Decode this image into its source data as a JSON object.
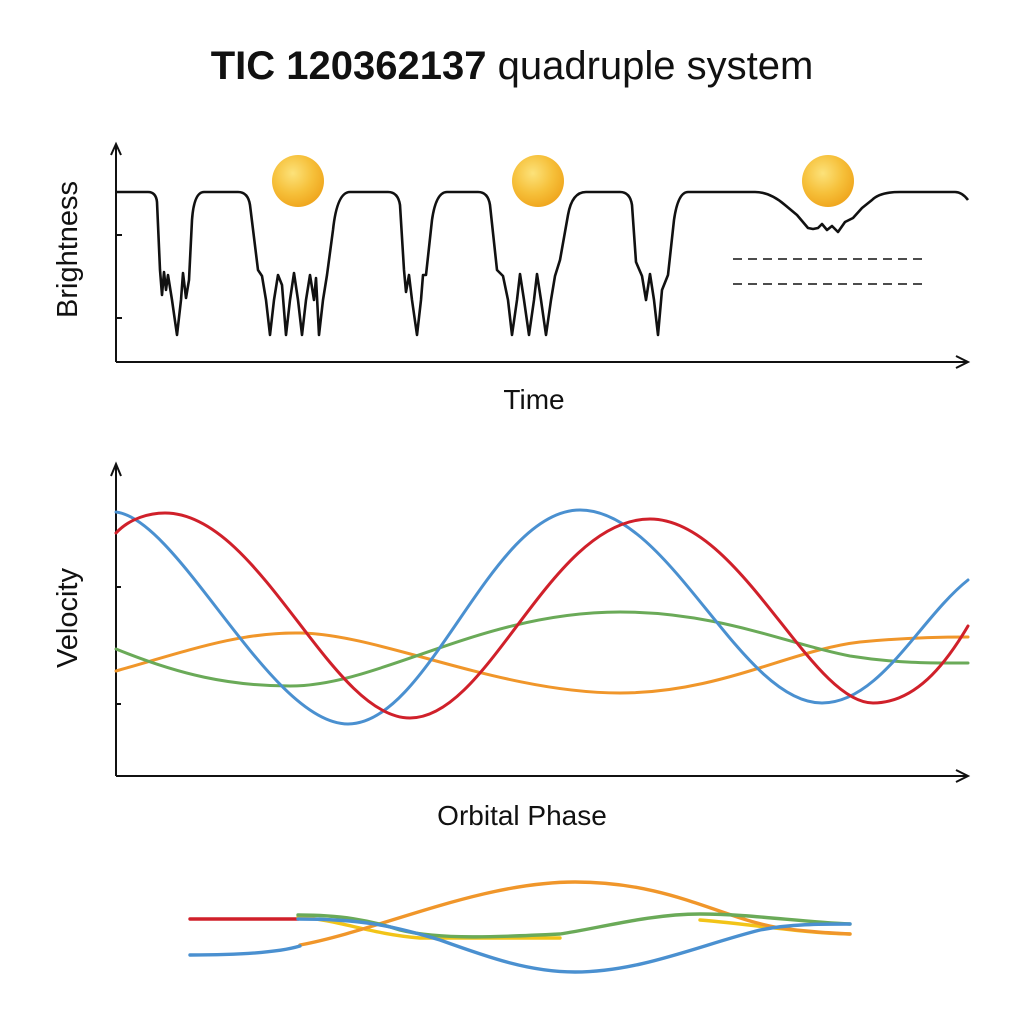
{
  "title": {
    "bold": "TIC 120362137",
    "light": "quadruple system"
  },
  "chart_data": [
    {
      "type": "line",
      "title": "Light curve",
      "xlabel": "Time",
      "ylabel": "Brightness",
      "grid": false,
      "series": [
        {
          "name": "brightness",
          "color": "#111111",
          "description": "Flat baseline with repeating eclipse dips: narrow deep dips at x≈165, 410, 655; wide multi-spike dips at x≈295, 540; shallow broad dip at x≈830"
        }
      ],
      "annotations": [
        "star icons above wide dips at x≈298, 538, 828",
        "two dashed reference lines at lower right"
      ],
      "ticks": {
        "y": 2,
        "x": 0
      }
    },
    {
      "type": "line",
      "title": "Radial velocity curves",
      "xlabel": "Orbital Phase",
      "ylabel": "Velocity",
      "grid": false,
      "series": [
        {
          "name": "blue",
          "color": "#4a90d0",
          "x": [
            0,
            0.27,
            0.55,
            0.83,
            1.0
          ],
          "values": [
            1.0,
            -1.0,
            1.0,
            -1.0,
            0.45
          ]
        },
        {
          "name": "red",
          "color": "#d0202a",
          "x": [
            0,
            0.05,
            0.34,
            0.61,
            0.89,
            1.0
          ],
          "values": [
            0.85,
            1.0,
            -0.95,
            0.95,
            -0.95,
            0.05
          ]
        },
        {
          "name": "green",
          "color": "#6aaa58",
          "x": [
            0,
            0.2,
            0.59,
            0.85,
            1.0
          ],
          "values": [
            0.0,
            -0.2,
            0.2,
            0.0,
            -0.05
          ]
        },
        {
          "name": "orange",
          "color": "#f0962a",
          "x": [
            0,
            0.21,
            0.59,
            0.85,
            1.0
          ],
          "values": [
            -0.1,
            0.15,
            -0.2,
            0.0,
            0.1
          ]
        }
      ],
      "ticks": {
        "y": 2,
        "x": 0
      }
    },
    {
      "type": "line",
      "title": "Orbital tracks (decorative)",
      "series": [
        {
          "name": "orange",
          "color": "#f0962a"
        },
        {
          "name": "green",
          "color": "#6aaa58"
        },
        {
          "name": "blue",
          "color": "#4a90d0"
        },
        {
          "name": "red",
          "color": "#d0202a"
        },
        {
          "name": "yellow",
          "color": "#f2c418"
        }
      ]
    }
  ]
}
